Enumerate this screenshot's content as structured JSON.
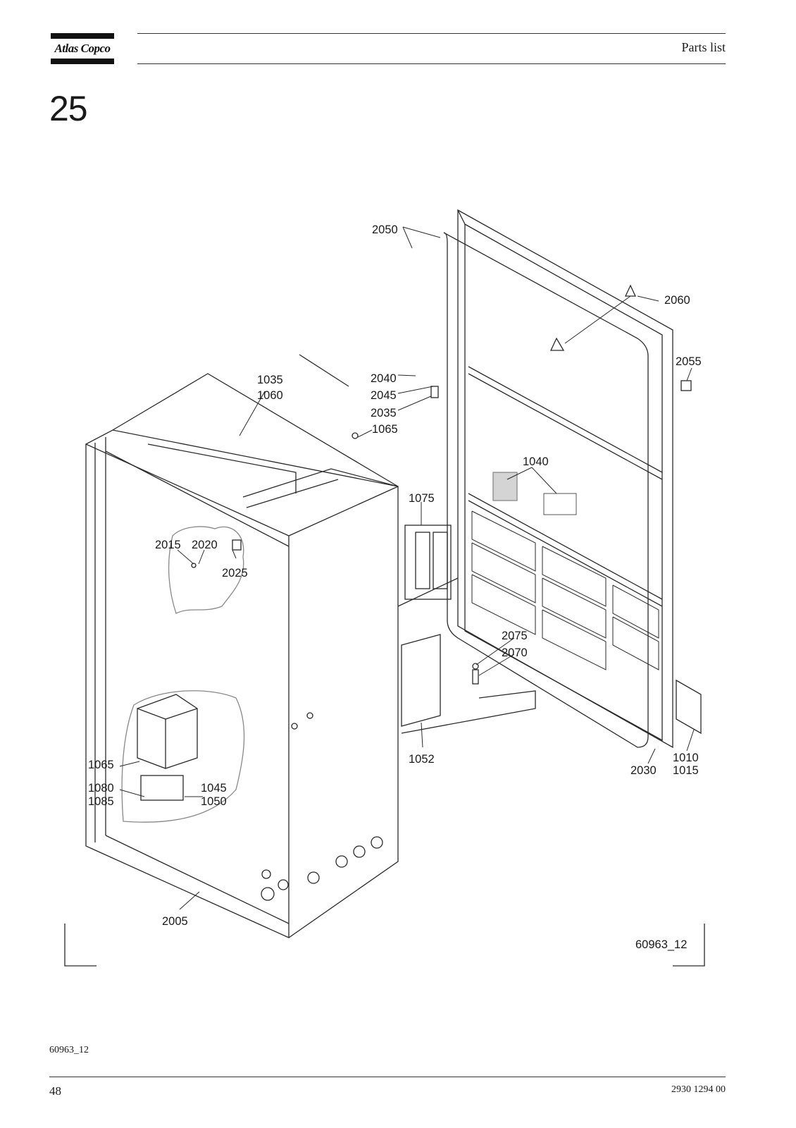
{
  "header": {
    "brand": "Atlas Copco",
    "title": "Parts list"
  },
  "section": {
    "number": "25"
  },
  "diagram": {
    "figure_id": "60963_12",
    "labels": [
      "2050",
      "2060",
      "2055",
      "1035",
      "1060",
      "2040",
      "2045",
      "2035",
      "1065",
      "1040",
      "1075",
      "2015",
      "2020",
      "2025",
      "2075",
      "2070",
      "1065",
      "1080",
      "1085",
      "1045",
      "1050",
      "1052",
      "2030",
      "1010",
      "1015",
      "2005"
    ]
  },
  "footer": {
    "figure_ref": "60963_12",
    "page_number": "48",
    "doc_number": "2930 1294 00"
  }
}
